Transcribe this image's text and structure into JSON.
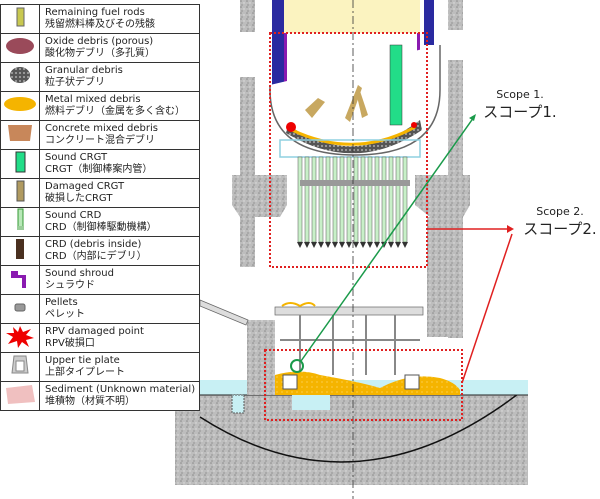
{
  "legend": [
    {
      "en": "Remaining fuel rods",
      "ja": "残留燃料棒及びその残骸",
      "icon": "fuel-rod-icon",
      "color": "#c8c850"
    },
    {
      "en": "Oxide debris (porous)",
      "ja": "酸化物デブリ（多孔質）",
      "icon": "oxide-debris-icon",
      "color": "#9a4a5a"
    },
    {
      "en": "Granular debris",
      "ja": "粒子状デブリ",
      "icon": "granular-debris-icon",
      "color": "#333333"
    },
    {
      "en": "Metal mixed debris",
      "ja": "燃料デブリ（金属を多く含む）",
      "icon": "metal-debris-icon",
      "color": "#f5b400"
    },
    {
      "en": "Concrete mixed debris",
      "ja": "コンクリート混合デブリ",
      "icon": "concrete-debris-icon",
      "color": "#c8875a"
    },
    {
      "en": "Sound CRGT",
      "ja": "CRGT（制御棒案内管）",
      "icon": "sound-crgt-icon",
      "color": "#22dd88"
    },
    {
      "en": "Damaged CRGT",
      "ja": "破損したCRGT",
      "icon": "damaged-crgt-icon",
      "color": "#b09a60"
    },
    {
      "en": "Sound CRD",
      "ja": "CRD（制御棒駆動機構）",
      "icon": "sound-crd-icon",
      "color": "#b8e8b8"
    },
    {
      "en": "CRD (debris inside)",
      "ja": "CRD（内部にデブリ）",
      "icon": "crd-debris-icon",
      "color": "#4a3020"
    },
    {
      "en": "Sound shroud",
      "ja": "シュラウド",
      "icon": "shroud-icon",
      "color": "#8a1ab0"
    },
    {
      "en": "Pellets",
      "ja": "ペレット",
      "icon": "pellets-icon",
      "color": "#999999"
    },
    {
      "en": "RPV damaged point",
      "ja": "RPV破損口",
      "icon": "rpv-damage-icon",
      "color": "#ee0000"
    },
    {
      "en": "Upper tie plate",
      "ja": "上部タイプレート",
      "icon": "upper-tie-plate-icon",
      "color": "#aaaaaa"
    },
    {
      "en": "Sediment (Unknown material)",
      "ja": "堆積物（材質不明）",
      "icon": "sediment-icon",
      "color": "#f0c0c0"
    }
  ],
  "scopes": [
    {
      "en": "Scope 1.",
      "ja": "スコープ1.",
      "color": "#1a9a4a"
    },
    {
      "en": "Scope 2.",
      "ja": "スコープ2.",
      "color": "#e02020"
    }
  ]
}
